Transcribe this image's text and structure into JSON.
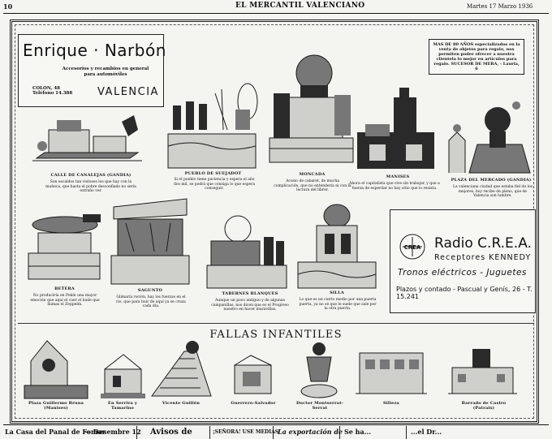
{
  "header": {
    "page_number": "10",
    "masthead": "EL MERCANTIL VALENCIANO",
    "date": "Martes 17 Marzo 1936"
  },
  "narbon_ad": {
    "name": "Enrique · Narbón",
    "subtitle": "Accesorios y recambios en general para automóviles",
    "address_street": "COLON, 48",
    "address_phone": "Teléfono 14.388",
    "city": "VALENCIA"
  },
  "notice": {
    "text": "MAS DE 80 AÑOS especializados en la venta de objetos para regalo, nos permiten poder ofrecer a nuestra clientela lo mejor en artículos para regalo. SUCESOR DE MERA, - Lauria, 6"
  },
  "fallas": [
    {
      "caption": "CALLE DE CANALEJAS (GANDIA)",
      "text": "Son escaldos tan vistosos los que hay con la muñeca, que hasta el pobre desconfiado no sería extraño ver."
    },
    {
      "caption": "PUEBLO DE SUEJADOT",
      "text": "Si el pueblo tiene paciencia y espera el año dos mil, se podrá que consiga lo que espera conseguir."
    },
    {
      "caption": "MONCADA",
      "text": "Acosio de cabaret, de mucha complicación, que no entendería ni con la lectura del librer."
    },
    {
      "caption": "MANISES",
      "text": "Ahora el capitalista que vive sin trabajar, y que a fuerza de esperdar no hay sitio que lo resista."
    },
    {
      "caption": "PLAZA DEL MERCADO (GANDIA)",
      "text": "La valenciana ciudad que estaba fiel de los mejores, hoy recibe de pleno, que de Valencia son lumbre."
    },
    {
      "caption": "BETERA",
      "text": "No produciría en Pekín una mayor emoción que aquí el caer el baile que llamas el Zeppelín."
    },
    {
      "caption": "SAGUNTO",
      "text": "Glimaría roción, hay los fuerzas en el río, que para huir de aquí ya se cruza cada día."
    },
    {
      "caption": "TABERNES BLANQUES",
      "text": "Aunque un poco antiguo y de algunas campanillas, nos dicen que es el Progreso nuestro en hacer maravillas."
    },
    {
      "caption": "SILLA",
      "text": "Lo que es un cierto medio por una puerta puerta, ya no sé que le suele que sale por la otra puerta."
    }
  ],
  "crea_ad": {
    "logo_text": "CREA",
    "title": "Radio C.R.E.A.",
    "subtitle": "Receptores KENNEDY",
    "tagline": "Tronos eléctricos - Juguetes",
    "address": "Plazos y contado - Pascual y Genís, 26 - T. 15.241"
  },
  "fallas_infantiles": {
    "title": "FALLAS INFANTILES",
    "items": [
      {
        "caption": "Plaza Guillermo Bruna (Manises)"
      },
      {
        "caption": "En Serrira y Tamarino"
      },
      {
        "caption": "Vicente Guillén"
      },
      {
        "caption": "Guerrero-Salvador"
      },
      {
        "caption": "Doctor Montserrat-Serrat"
      },
      {
        "caption": "Silleza"
      },
      {
        "caption": "Barrado de Castro (Patraix)"
      }
    ]
  },
  "bottom_strip": [
    {
      "text": "La Casa del Panal de Fomar"
    },
    {
      "text": "— Desembre 12"
    },
    {
      "text": "Avisos de"
    },
    {
      "text": "¡SEÑORA! USE MEDIAS"
    },
    {
      "text": "La exportación de"
    },
    {
      "text": "Se ha..."
    },
    {
      "text": "...el Dr..."
    }
  ]
}
